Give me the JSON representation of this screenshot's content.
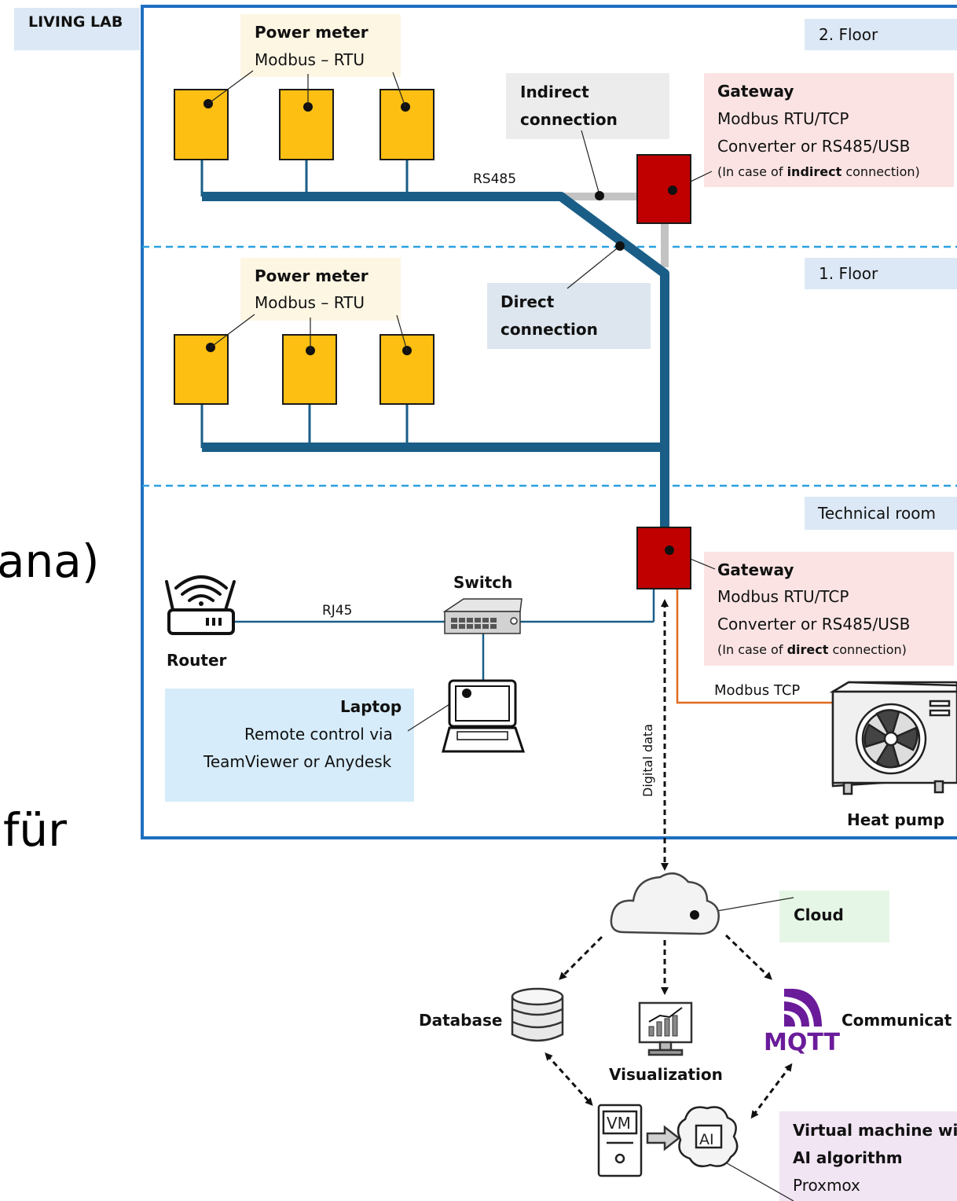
{
  "background_fragments": {
    "top": "ana)",
    "bottom": "für"
  },
  "living_lab": "LIVING LAB",
  "floors": {
    "floor2": "2. Floor",
    "floor1": "1. Floor",
    "tech": "Technical room"
  },
  "power_meter_2": {
    "title": "Power meter",
    "protocol": "Modbus – RTU"
  },
  "power_meter_1": {
    "title": "Power meter",
    "protocol": "Modbus – RTU"
  },
  "indirect": {
    "line1": "Indirect",
    "line2": "connection"
  },
  "direct": {
    "line1": "Direct",
    "line2": "connection"
  },
  "rs485": "RS485",
  "gateway_top": {
    "title": "Gateway",
    "line1": "Modbus RTU/TCP",
    "line2": "Converter or RS485/USB",
    "note_pre": "(In case of ",
    "note_bold": "indirect",
    "note_post": " connection)"
  },
  "gateway_bottom": {
    "title": "Gateway",
    "line1": "Modbus RTU/TCP",
    "line2": "Converter or RS485/USB",
    "note_pre": "(In case of ",
    "note_bold": "direct",
    "note_post": " connection)"
  },
  "router": "Router",
  "rj45": "RJ45",
  "switch": "Switch",
  "laptop": {
    "title": "Laptop",
    "line1": "Remote control via",
    "line2": "TeamViewer or Anydesk"
  },
  "modbus_tcp": "Modbus TCP",
  "heat_pump": "Heat pump",
  "digital_data": "Digital data",
  "cloud": "Cloud",
  "database": "Database",
  "visualization": "Visualization",
  "mqtt": "MQTT",
  "communication": "Communicat",
  "vm_icon": "VM",
  "ai_icon": "AI",
  "vm_box": {
    "line1": "Virtual machine wi",
    "line2": "AI algorithm",
    "line3": "Proxmox"
  },
  "colors": {
    "cable": "#1a5e87",
    "meter": "#fdbf12",
    "gateway": "#c00000",
    "frame": "#1f6fc1",
    "orange": "#e06b1e",
    "mqtt": "#6a1b9a"
  }
}
